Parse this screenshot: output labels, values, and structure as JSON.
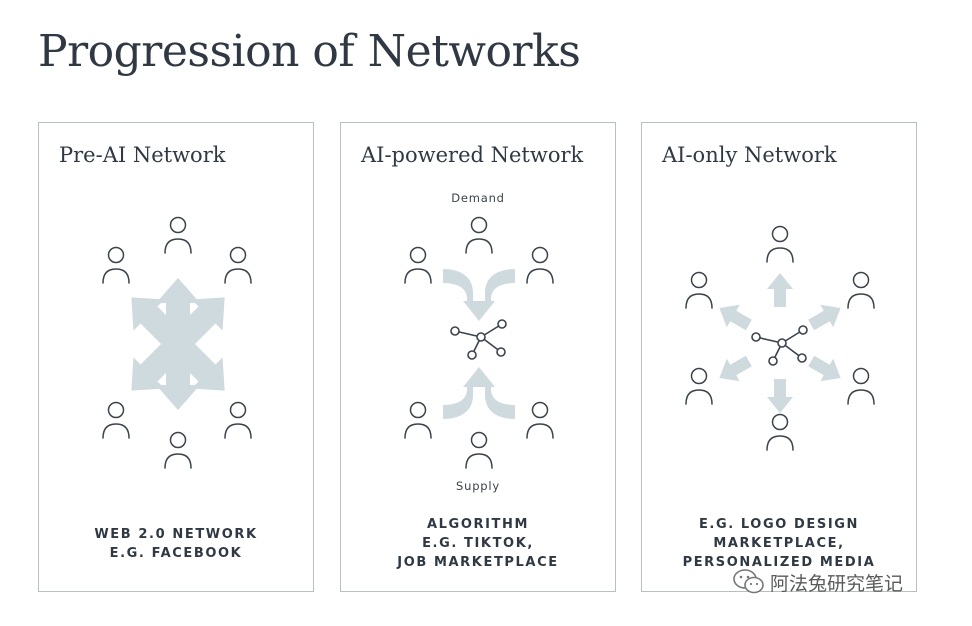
{
  "title": "Progression of Networks",
  "panels": [
    {
      "title": "Pre-AI Network",
      "caption_lines": [
        "WEB 2.0 NETWORK",
        "E.G. FACEBOOK"
      ]
    },
    {
      "title": "AI-powered Network",
      "top_label": "Demand",
      "bottom_label": "Supply",
      "caption_lines": [
        "ALGORITHM",
        "E.G. TIKTOK,",
        "JOB MARKETPLACE"
      ]
    },
    {
      "title": "AI-only Network",
      "caption_lines": [
        "E.G. LOGO DESIGN",
        "MARKETPLACE,",
        "PERSONALIZED MEDIA"
      ]
    }
  ],
  "watermark": {
    "text": "阿法兔研究笔记",
    "icon": "wechat-icon"
  },
  "colors": {
    "text": "#2f3843",
    "arrow": "#cfdade",
    "border": "#b9bec3",
    "icon_stroke": "#3b434c"
  }
}
